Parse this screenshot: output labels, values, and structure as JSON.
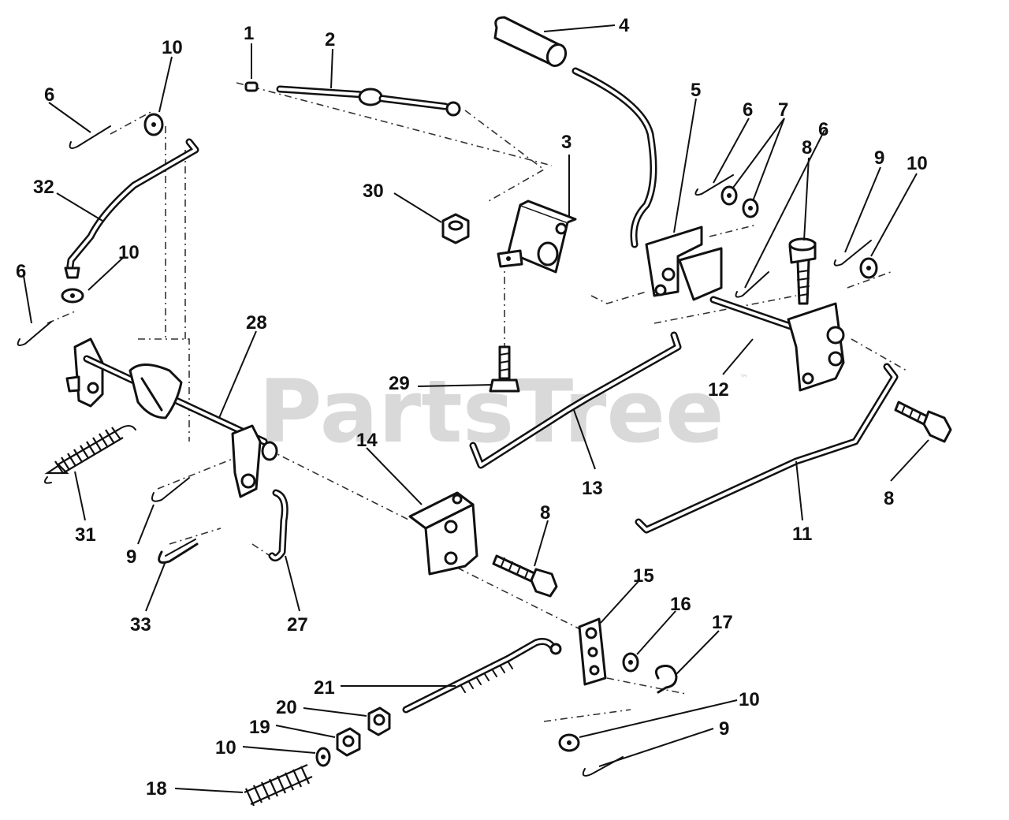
{
  "watermark": {
    "text": "PartsTree",
    "mark": "™"
  },
  "callouts": [
    "1",
    "2",
    "3",
    "4",
    "5",
    "6",
    "7",
    "6",
    "8",
    "9",
    "10",
    "10",
    "6",
    "32",
    "30",
    "10",
    "6",
    "28",
    "29",
    "12",
    "14",
    "13",
    "8",
    "11",
    "31",
    "9",
    "8",
    "33",
    "27",
    "15",
    "16",
    "17",
    "21",
    "20",
    "19",
    "10",
    "10",
    "9",
    "18"
  ]
}
